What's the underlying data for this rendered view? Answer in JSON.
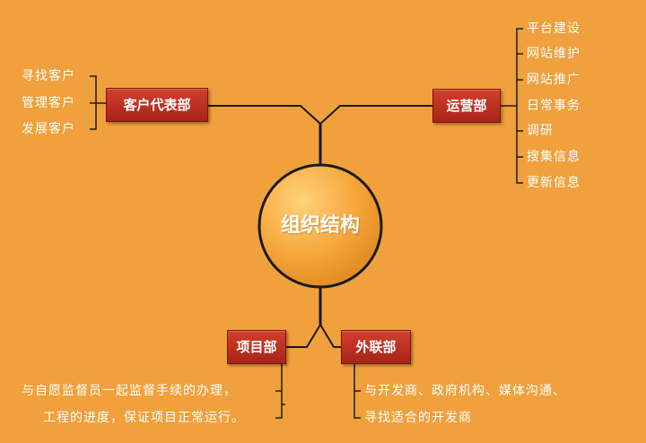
{
  "center": {
    "label": "组织结构"
  },
  "departments": {
    "customer": {
      "label": "客户代表部",
      "items": [
        "寻找客户",
        "管理客户",
        "发展客户"
      ]
    },
    "operations": {
      "label": "运营部",
      "items": [
        "平台建设",
        "网站维护",
        "网站推广",
        "日常事务",
        "调研",
        "搜集信息",
        "更新信息"
      ]
    },
    "project": {
      "label": "项目部",
      "lines": [
        "与自愿监督员一起监督手续的办理，",
        "工程的进度，保证项目正常运行。"
      ]
    },
    "external": {
      "label": "外联部",
      "lines": [
        "与开发商、政府机构、媒体沟通、",
        "寻找适合的开发商"
      ]
    }
  },
  "colors": {
    "background": "#f0a03c",
    "department_box": "#c0321f",
    "line": "#1a1a1a",
    "text": "#ffffff"
  }
}
